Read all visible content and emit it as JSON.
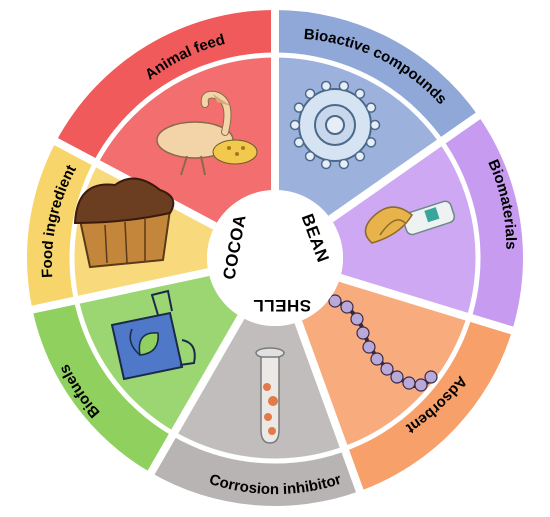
{
  "center": {
    "words": [
      "COCOA",
      "BEAN",
      "SHELL"
    ]
  },
  "segments": [
    {
      "label": "Animal feed",
      "color": "#f15a5a",
      "icon": "bird-eating-grain-icon"
    },
    {
      "label": "Bioactive compounds",
      "color": "#8fa8d8",
      "icon": "cell-molecule-icon"
    },
    {
      "label": "Biomaterials",
      "color": "#c79cf0",
      "icon": "bioplastic-bottle-icon"
    },
    {
      "label": "Adsorbent",
      "color": "#f7a06a",
      "icon": "bead-chain-icon"
    },
    {
      "label": "Corrosion inhibitor",
      "color": "#b8b4b4",
      "icon": "test-tube-icon"
    },
    {
      "label": "Biofuels",
      "color": "#8fd05f",
      "icon": "fuel-can-leaf-icon"
    },
    {
      "label": "Food ingredient",
      "color": "#f7d56a",
      "icon": "cupcake-icon"
    }
  ]
}
